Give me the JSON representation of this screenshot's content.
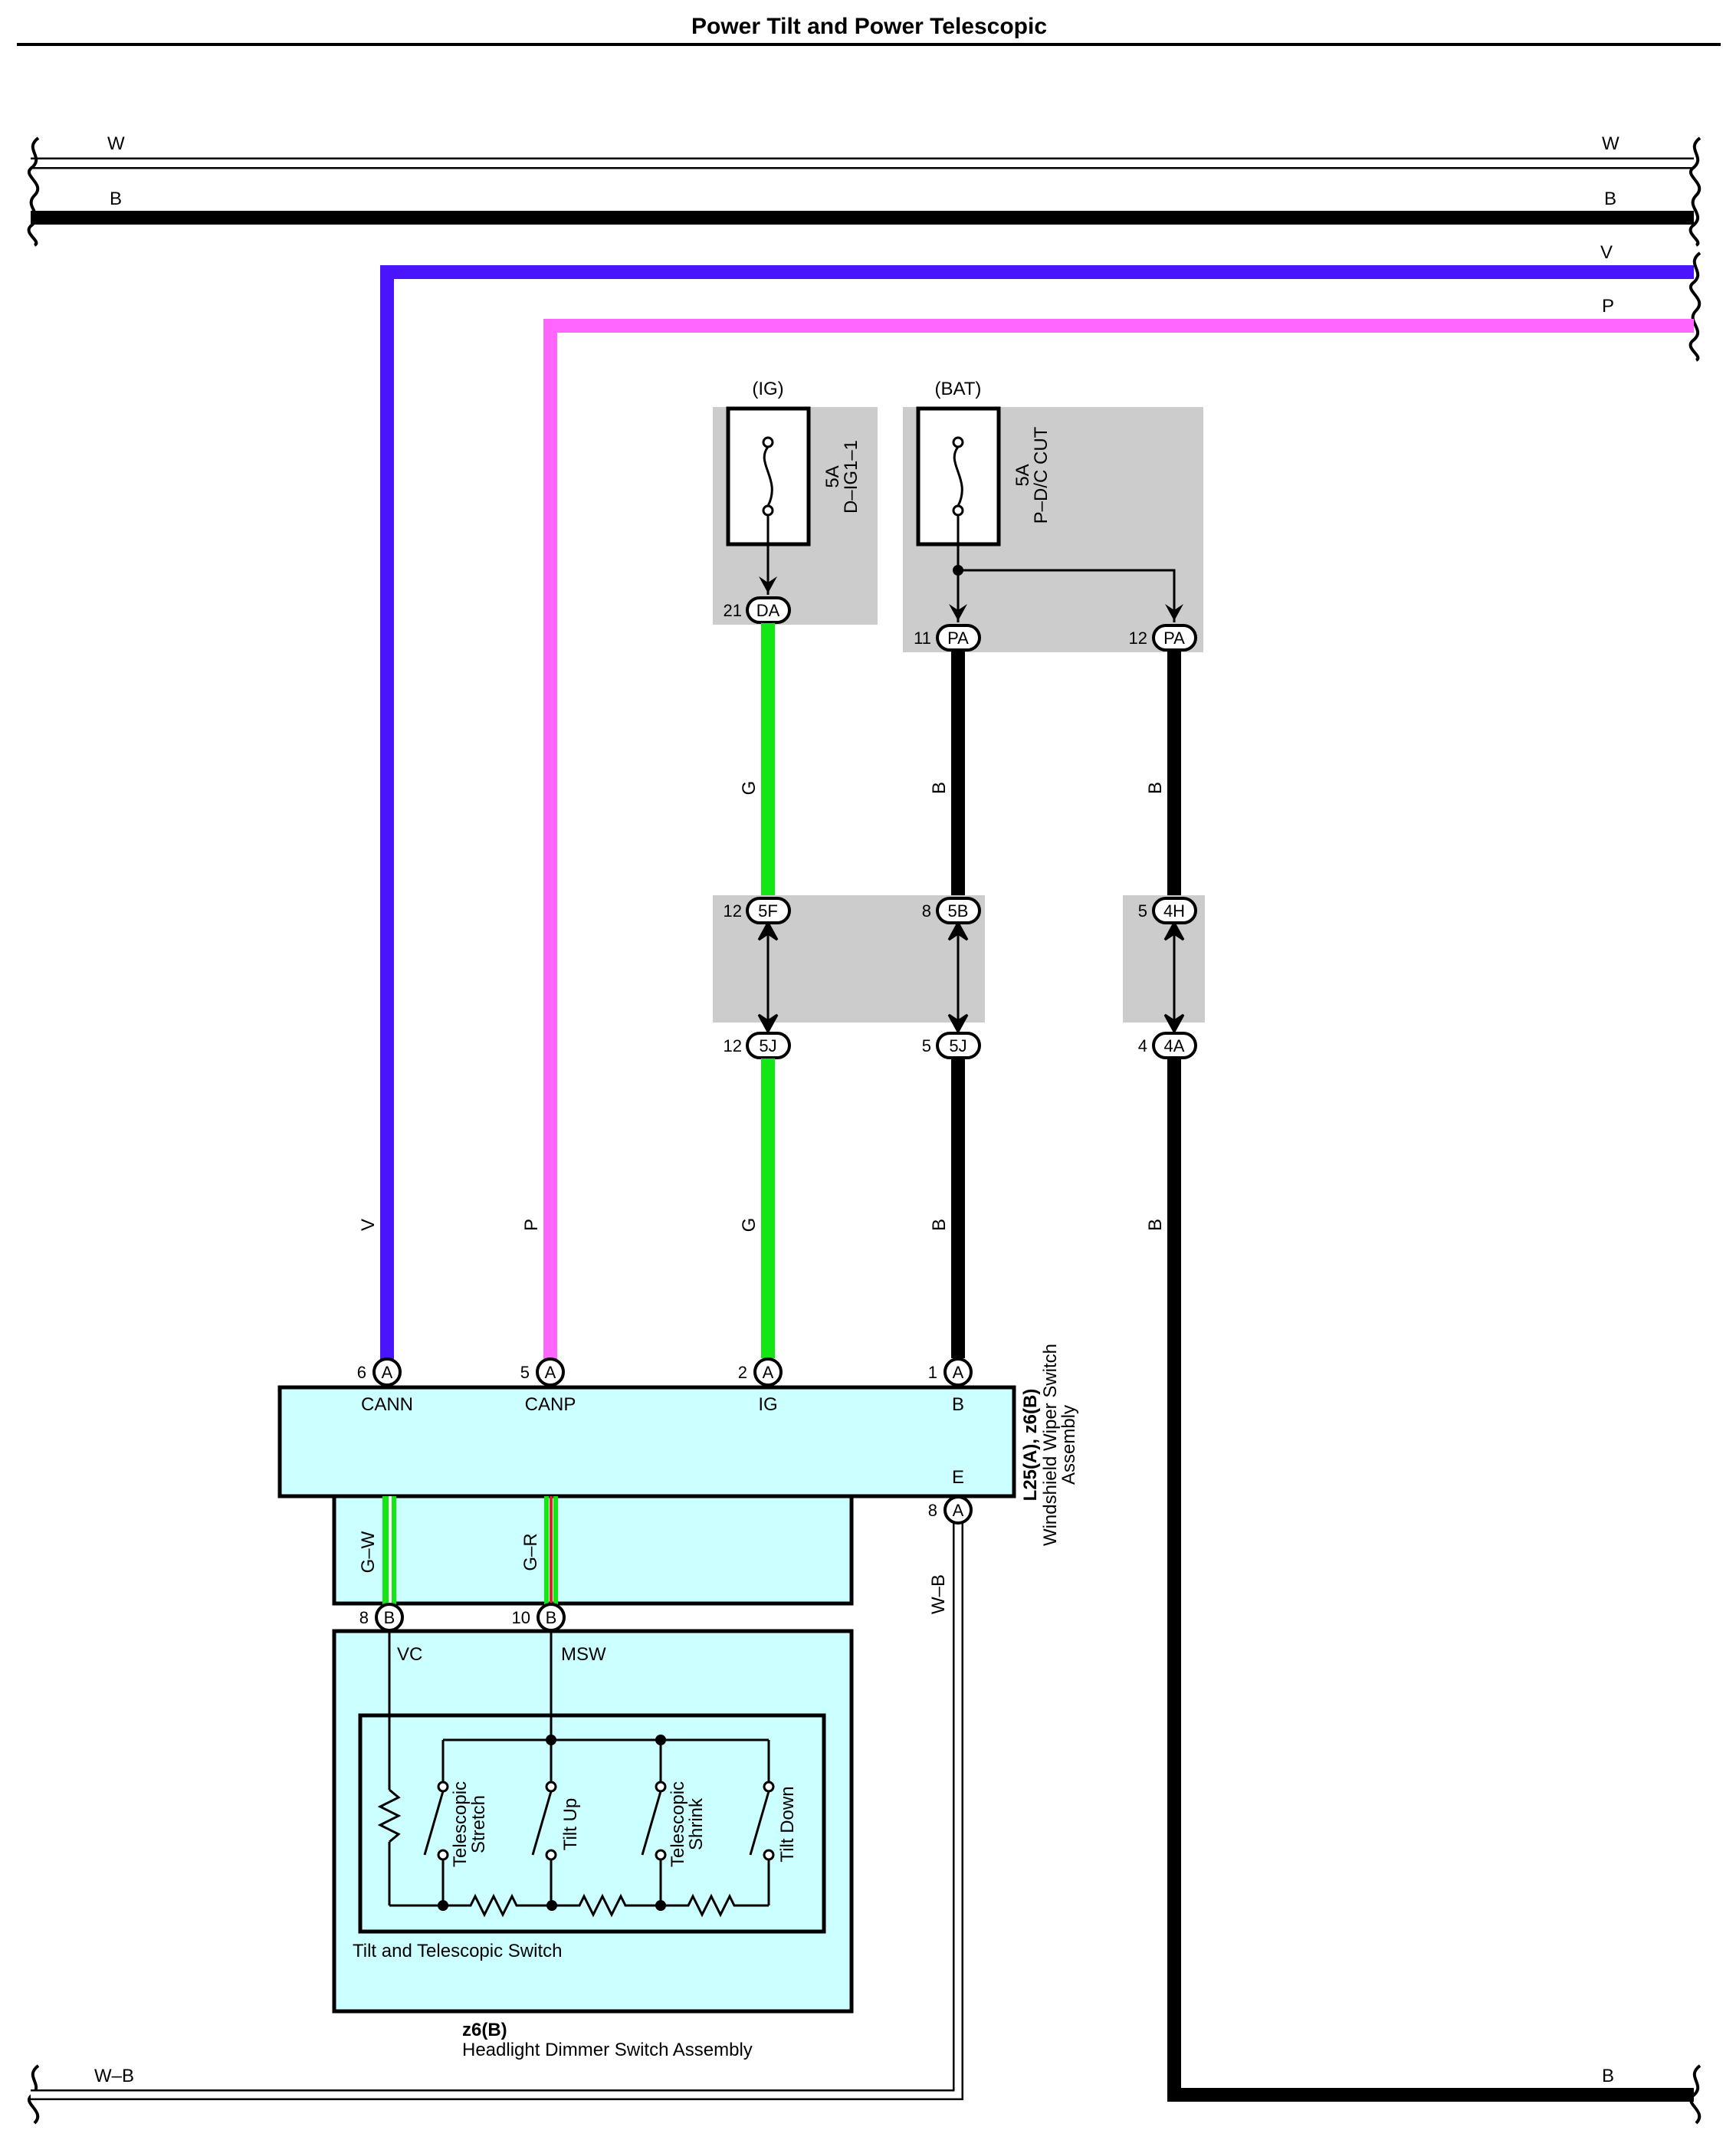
{
  "title": "Power Tilt and Power Telescopic",
  "colors": {
    "V": "#4a14ff",
    "P": "#ff66ff",
    "G": "#14e614",
    "B": "#000000",
    "W": "#ffffff",
    "R": "#e62020",
    "box_gray": "#cccccc",
    "component_fill": "#ccffff"
  },
  "buses": {
    "w_left": "W",
    "w_right": "W",
    "b_left": "B",
    "b_right": "B",
    "v_right": "V",
    "p_right": "P",
    "wb_left": "W–B",
    "b_bottom_right": "B"
  },
  "wires": {
    "v_label": "V",
    "p_label": "P",
    "g1_label": "G",
    "b1_label": "B",
    "b2_label": "B",
    "g2_label": "G",
    "b3_label": "B",
    "b4_label": "B",
    "gw_label": "G–W",
    "gr_label": "G–R",
    "wb_label": "W–B"
  },
  "fuses": {
    "ig": {
      "supply": "(IG)",
      "rating": "5A",
      "name": "D–IG1–1",
      "pin": "21",
      "connector": "DA"
    },
    "bat": {
      "supply": "(BAT)",
      "rating": "5A",
      "name": "P–D/C CUT",
      "pin1": "11",
      "connector1": "PA",
      "pin2": "12",
      "connector2": "PA"
    }
  },
  "junctions": [
    {
      "pin": "12",
      "connector": "5F"
    },
    {
      "pin": "8",
      "connector": "5B"
    },
    {
      "pin": "5",
      "connector": "4H"
    },
    {
      "pin": "12",
      "connector": "5J"
    },
    {
      "pin": "5",
      "connector": "5J"
    },
    {
      "pin": "4",
      "connector": "4A"
    }
  ],
  "wiper_switch": {
    "code": "L25(A), z6(B)",
    "name_line1": "Windshield Wiper Switch",
    "name_line2": "Assembly",
    "pins": [
      {
        "num": "6",
        "conn": "A",
        "label": "CANN"
      },
      {
        "num": "5",
        "conn": "A",
        "label": "CANP"
      },
      {
        "num": "2",
        "conn": "A",
        "label": "IG"
      },
      {
        "num": "1",
        "conn": "A",
        "label": "B"
      }
    ],
    "ground": {
      "num": "8",
      "conn": "A",
      "label": "E"
    }
  },
  "dimmer_switch": {
    "code": "z6(B)",
    "name": "Headlight Dimmer Switch Assembly",
    "pins": [
      {
        "num": "8",
        "conn": "B",
        "label": "VC"
      },
      {
        "num": "10",
        "conn": "B",
        "label": "MSW"
      }
    ],
    "sub_switch": "Tilt and Telescopic Switch",
    "switches": [
      {
        "line1": "Telescopic",
        "line2": "Stretch"
      },
      {
        "line1": "Tilt Up",
        "line2": ""
      },
      {
        "line1": "Telescopic",
        "line2": "Shrink"
      },
      {
        "line1": "Tilt Down",
        "line2": ""
      }
    ]
  }
}
